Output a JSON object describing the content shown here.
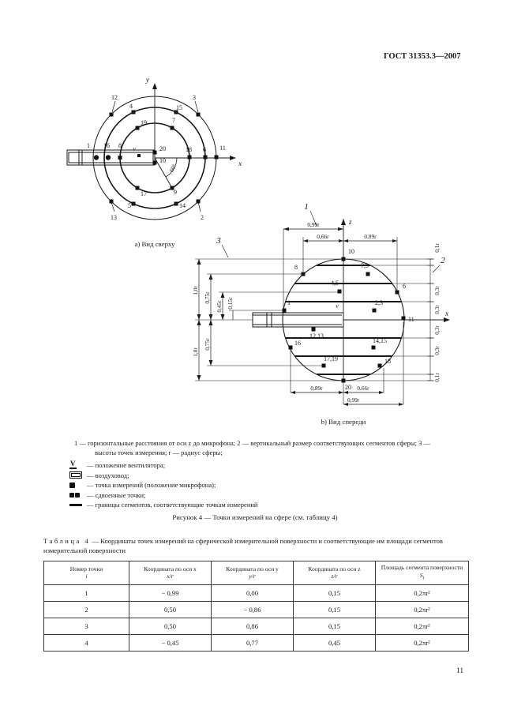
{
  "header": {
    "doc_number": "ГОСТ 31353.3—2007"
  },
  "figure_a": {
    "caption": "а) Вид сверху",
    "axis_x": "x",
    "axis_y": "y",
    "angle": "60°",
    "fan": "v",
    "points": {
      "n1": "1",
      "n2": "2",
      "n3": "3",
      "n4": "4",
      "n5": "5",
      "n6": "6",
      "n7": "7",
      "n8": "8",
      "n9": "9",
      "n10": "10",
      "n11": "11",
      "n12": "12",
      "n13": "13",
      "n14": "14",
      "n15": "15",
      "n16": "16",
      "n17": "17",
      "n18": "18",
      "n19": "19",
      "n20": "20"
    }
  },
  "figure_b": {
    "caption": "b) Вид спереди",
    "axis_x": "x",
    "axis_z": "z",
    "fan": "v",
    "callout_1": "1",
    "callout_2": "2",
    "callout_3": "3",
    "points": {
      "n1": "1",
      "n6": "6",
      "n8": "8",
      "n10": "10",
      "n11": "11",
      "n16": "16",
      "n18": "18",
      "n20": "20",
      "n23": "2,3",
      "n45": "4,5",
      "n79": "7,9",
      "n1213": "12,13",
      "n1415": "14,15",
      "n1719": "17,19"
    },
    "dims_top": {
      "d1": "0,99r",
      "d2": "0,66r",
      "d3": "0,89r"
    },
    "dims_bottom": {
      "d1": "0,89r",
      "d2": "0,66r",
      "d3": "0,99r"
    },
    "dims_left": {
      "t1": "1,0r",
      "t2": "0,75r",
      "t3": "0,45r",
      "t4": "0,15r",
      "b1": "0,75r",
      "b2": "1,0r"
    },
    "dims_right": [
      "0,1r",
      "0,3r",
      "0,3r",
      "0,3r",
      "0,3r",
      "0,1r"
    ]
  },
  "legend": {
    "note": "1 — горизонтальные расстояния от оси z до микрофона; 2 — вертикальный размер соответствующих сегментов сферы; 3 — высоты точек измерения; r — радиус сферы;",
    "fan_glyph": "V",
    "items": [
      {
        "symbol": "fan-symbol",
        "text": "— положение вентилятора;"
      },
      {
        "symbol": "duct-symbol",
        "text": "— воздуховод;"
      },
      {
        "symbol": "measurement-point-symbol",
        "text": "— точка измерений (положение микрофона);"
      },
      {
        "symbol": "double-point-symbol",
        "text": "— сдвоенные точки;"
      },
      {
        "symbol": "segment-boundary-symbol",
        "text": "— границы сегментов, соответствующие точкам измерений"
      }
    ]
  },
  "figure_caption": "Рисунок 4 — Точки измерений на сфере (см. таблицу 4)",
  "table": {
    "title_label": "Таблица 4",
    "title_rest": "— Координаты точек измерений на сферической измерительной поверхности и соответствующие им площади сегментов измерительной поверхности",
    "headers": [
      {
        "line1": "Номер точки",
        "line2": "i"
      },
      {
        "line1": "Координата по оси x",
        "line2": "x/r"
      },
      {
        "line1": "Координата по оси y",
        "line2": "y/r"
      },
      {
        "line1": "Координата по оси z",
        "line2": "z/r"
      },
      {
        "line1": "Площадь сегмента поверхности",
        "line2_main": "S",
        "line2_sub": "i"
      }
    ],
    "rows": [
      [
        "1",
        "− 0,99",
        "0,00",
        "0,15",
        "0,2πr²"
      ],
      [
        "2",
        "0,50",
        "− 0,86",
        "0,15",
        "0,2πr²"
      ],
      [
        "3",
        "0,50",
        "0,86",
        "0,15",
        "0,2πr²"
      ],
      [
        "4",
        "− 0,45",
        "0,77",
        "0,45",
        "0,2πr²"
      ]
    ]
  },
  "footer": {
    "page_number": "11"
  }
}
